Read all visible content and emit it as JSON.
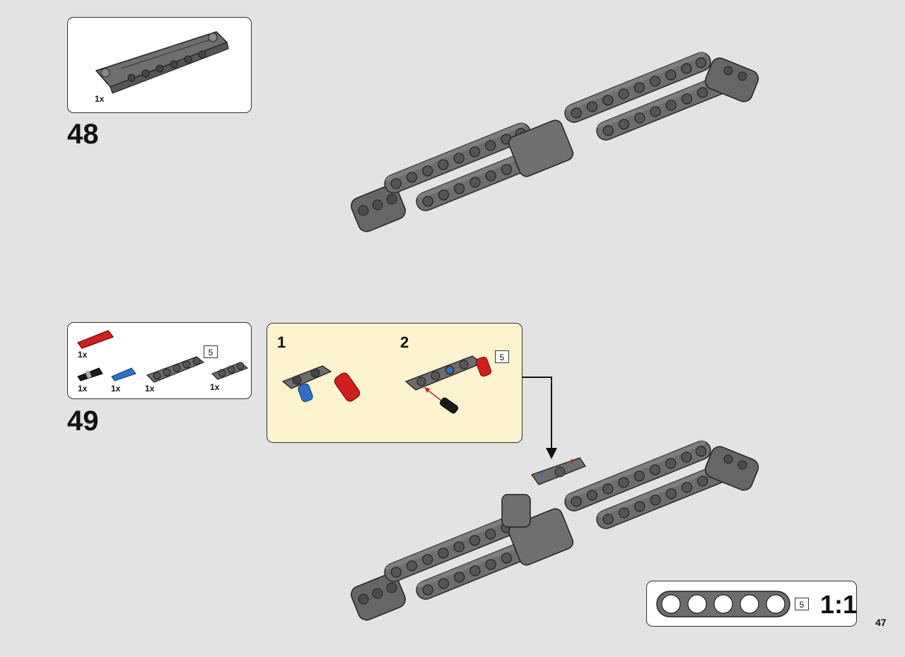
{
  "step48": {
    "number": "48",
    "parts": [
      {
        "name": "panel-plate",
        "qty": "1x"
      }
    ]
  },
  "step49": {
    "number": "49",
    "parts": [
      {
        "name": "red-axle-pin",
        "qty": "1x"
      },
      {
        "name": "black-pin-with-friction",
        "qty": "1x"
      },
      {
        "name": "blue-axle-pin",
        "qty": "1x"
      },
      {
        "name": "beam-5",
        "qty": "1x",
        "length": "5"
      },
      {
        "name": "beam-3",
        "qty": "1x"
      }
    ],
    "subassembly": {
      "step1": "1",
      "step2": "2",
      "length_badge": "5"
    }
  },
  "scale": {
    "label": "1:1",
    "length": "5"
  },
  "page_number": "47",
  "colors": {
    "background": "#e3e3e3",
    "callout": "#fdf3cf",
    "beam": "#6b6b6b",
    "red_pin": "#d01f1f",
    "blue_pin": "#2f6fc7"
  }
}
